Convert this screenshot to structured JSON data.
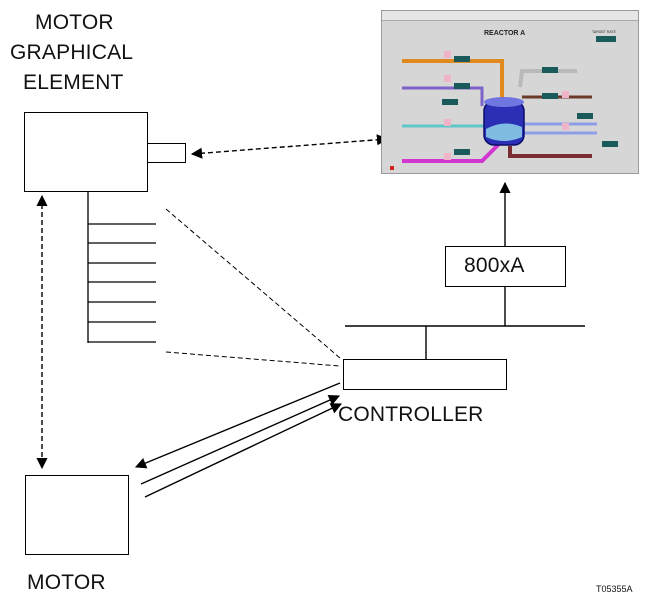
{
  "labels": {
    "motor_graphical_element_line1": "MOTOR",
    "motor_graphical_element_line2": "GRAPHICAL",
    "motor_graphical_element_line3": "ELEMENT",
    "motor": "MOTOR",
    "controller": "CONTROLLER",
    "system": "800xA",
    "figure_code": "T05355A"
  },
  "screen": {
    "title": "REACTOR A",
    "target_rate": "TARGET RATE"
  }
}
